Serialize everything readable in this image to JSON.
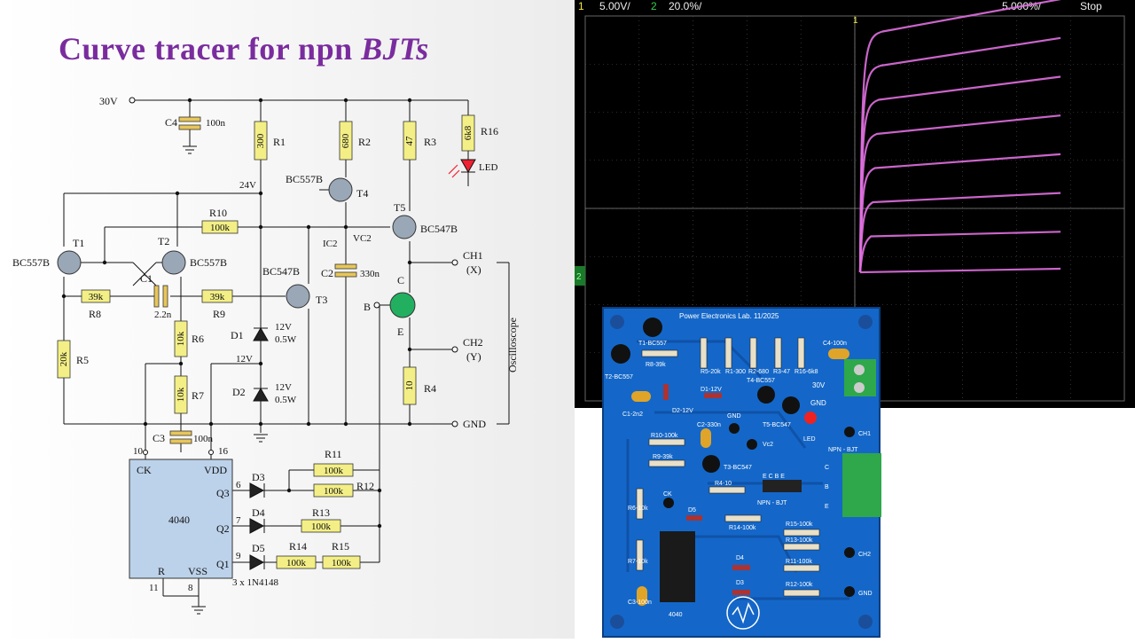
{
  "title": {
    "main": "Curve tracer for npn ",
    "italic": "BJTs"
  },
  "schematic": {
    "supply": "30V",
    "nets": {
      "v24": "24V",
      "v12": "12V",
      "gnd": "GND"
    },
    "capacitors": [
      {
        "ref": "C4",
        "value": "100n"
      },
      {
        "ref": "C2",
        "value": "330n"
      },
      {
        "ref": "C1",
        "value": "2.2n"
      },
      {
        "ref": "C3",
        "value": "100n"
      }
    ],
    "resistors": [
      {
        "ref": "R1",
        "value": "300"
      },
      {
        "ref": "R2",
        "value": "680"
      },
      {
        "ref": "R3",
        "value": "47"
      },
      {
        "ref": "R16",
        "value": "6k8"
      },
      {
        "ref": "R10",
        "value": "100k"
      },
      {
        "ref": "R8",
        "value": "39k"
      },
      {
        "ref": "R9",
        "value": "39k"
      },
      {
        "ref": "R5",
        "value": "20k"
      },
      {
        "ref": "R6",
        "value": "10k"
      },
      {
        "ref": "R7",
        "value": "10k"
      },
      {
        "ref": "R4",
        "value": "10"
      },
      {
        "ref": "R11",
        "value": "100k"
      },
      {
        "ref": "R12",
        "value": "100k"
      },
      {
        "ref": "R13",
        "value": "100k"
      },
      {
        "ref": "R14",
        "value": "100k"
      },
      {
        "ref": "R15",
        "value": "100k"
      }
    ],
    "transistors": [
      {
        "ref": "T1",
        "part": "BC557B"
      },
      {
        "ref": "T2",
        "part": "BC557B"
      },
      {
        "ref": "T3",
        "part": "BC547B"
      },
      {
        "ref": "T4",
        "part": "BC557B"
      },
      {
        "ref": "T5",
        "part": "BC547B"
      }
    ],
    "zeners": [
      {
        "ref": "D1",
        "v": "12V",
        "p": "0.5W"
      },
      {
        "ref": "D2",
        "v": "12V",
        "p": "0.5W"
      }
    ],
    "diodes": [
      "D3",
      "D4",
      "D5"
    ],
    "diode_part": "3 x 1N4148",
    "led": "LED",
    "labels": {
      "ic2": "IC2",
      "vc2": "VC2",
      "ch1": "CH1",
      "ch1x": "(X)",
      "ch2": "CH2",
      "ch2y": "(Y)",
      "osc": "Oscilloscope",
      "C": "C",
      "B": "B",
      "E": "E"
    },
    "ic": {
      "name": "4040",
      "ck": "CK",
      "vdd": "VDD",
      "vss": "VSS",
      "r": "R",
      "pins": {
        "p10": "10",
        "p16": "16",
        "p11": "11",
        "p8": "8",
        "p6": "6",
        "p7": "7",
        "p9": "9"
      },
      "q3": "Q3",
      "q2": "Q2",
      "q1": "Q1"
    }
  },
  "scope": {
    "ch1": "1",
    "ch1_scale": "5.00V/",
    "ch2": "2",
    "ch2_scale": "20.0%/",
    "timebase": "5.000%/",
    "status": "Stop",
    "trig_marker": "1",
    "ch2_marker": "2",
    "trace_color": "#e070e0",
    "chart_data": {
      "type": "line",
      "series": [
        {
          "values_level": 0
        },
        {
          "values_level": 1
        },
        {
          "values_level": 2
        },
        {
          "values_level": 3
        },
        {
          "values_level": 4
        },
        {
          "values_level": 5
        },
        {
          "values_level": 6
        },
        {
          "values_level": 7
        }
      ]
    }
  },
  "pcb": {
    "header": "Power Electronics Lab. 11/2025",
    "labels": [
      "T1-BC557",
      "R8-39k",
      "T2-BC557",
      "R5-20k",
      "R1-300",
      "R2-680",
      "R3-47",
      "R16-6k8",
      "C4-100n",
      "30V",
      "GND",
      "D1-12V",
      "D2-12V",
      "T4-BC557",
      "C1-2n2",
      "GND",
      "T5-BC547",
      "LED",
      "C2-330n",
      "Vc2",
      "CH1",
      "NPN - BJT",
      "R10-100k",
      "R9-39k",
      "T3-BC547",
      "R4-10",
      "E C B E",
      "NPN - BJT",
      "R6-10k",
      "CK",
      "D5",
      "R14-100k",
      "R15-100k",
      "R13-100k",
      "R7-10k",
      "D4",
      "R11-100k",
      "CH2",
      "C3-100n",
      "D3",
      "R12-100k",
      "GND",
      "4040",
      "C",
      "B",
      "E"
    ]
  }
}
